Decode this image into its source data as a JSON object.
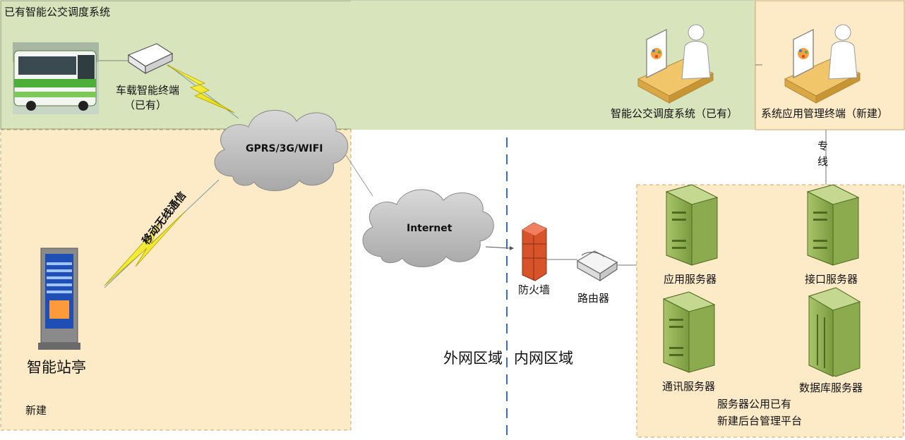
{
  "regions": {
    "existing_system": {
      "title": "已有智能公交调度系统"
    },
    "new_area": {
      "label": "新建"
    },
    "zone_outer": "外网区域",
    "zone_inner": "内网区域"
  },
  "nodes": {
    "vehicle_terminal": {
      "line1": "车载智能终端",
      "line2": "（已有）"
    },
    "network_cloud": {
      "label": "GPRS/3G/WIFI"
    },
    "internet_cloud": {
      "label": "Internet"
    },
    "dispatch_system": {
      "label": "智能公交调度系统（已有）"
    },
    "mgmt_terminal": {
      "label": "系统应用管理终端（新建）"
    },
    "dedicated_line": {
      "label": "专线"
    },
    "firewall": {
      "label": "防火墙"
    },
    "router": {
      "label": "路由器"
    },
    "app_server": {
      "label": "应用服务器"
    },
    "interface_server": {
      "label": "接口服务器"
    },
    "comm_server": {
      "label": "通讯服务器"
    },
    "db_server": {
      "label": "数据库服务器"
    },
    "server_note": {
      "line1": "服务器公用已有",
      "line2": "新建后台管理平台"
    },
    "smart_stop": {
      "label": "智能站亭"
    },
    "wireless_link": {
      "label": "移动无线通信"
    }
  },
  "colors": {
    "green_region": "#d8e4bc",
    "tan_region": "#fdebc8",
    "server_green": "#8cab4f",
    "firewall_red": "#d7532a",
    "divider_blue": "#2f6fd3"
  }
}
